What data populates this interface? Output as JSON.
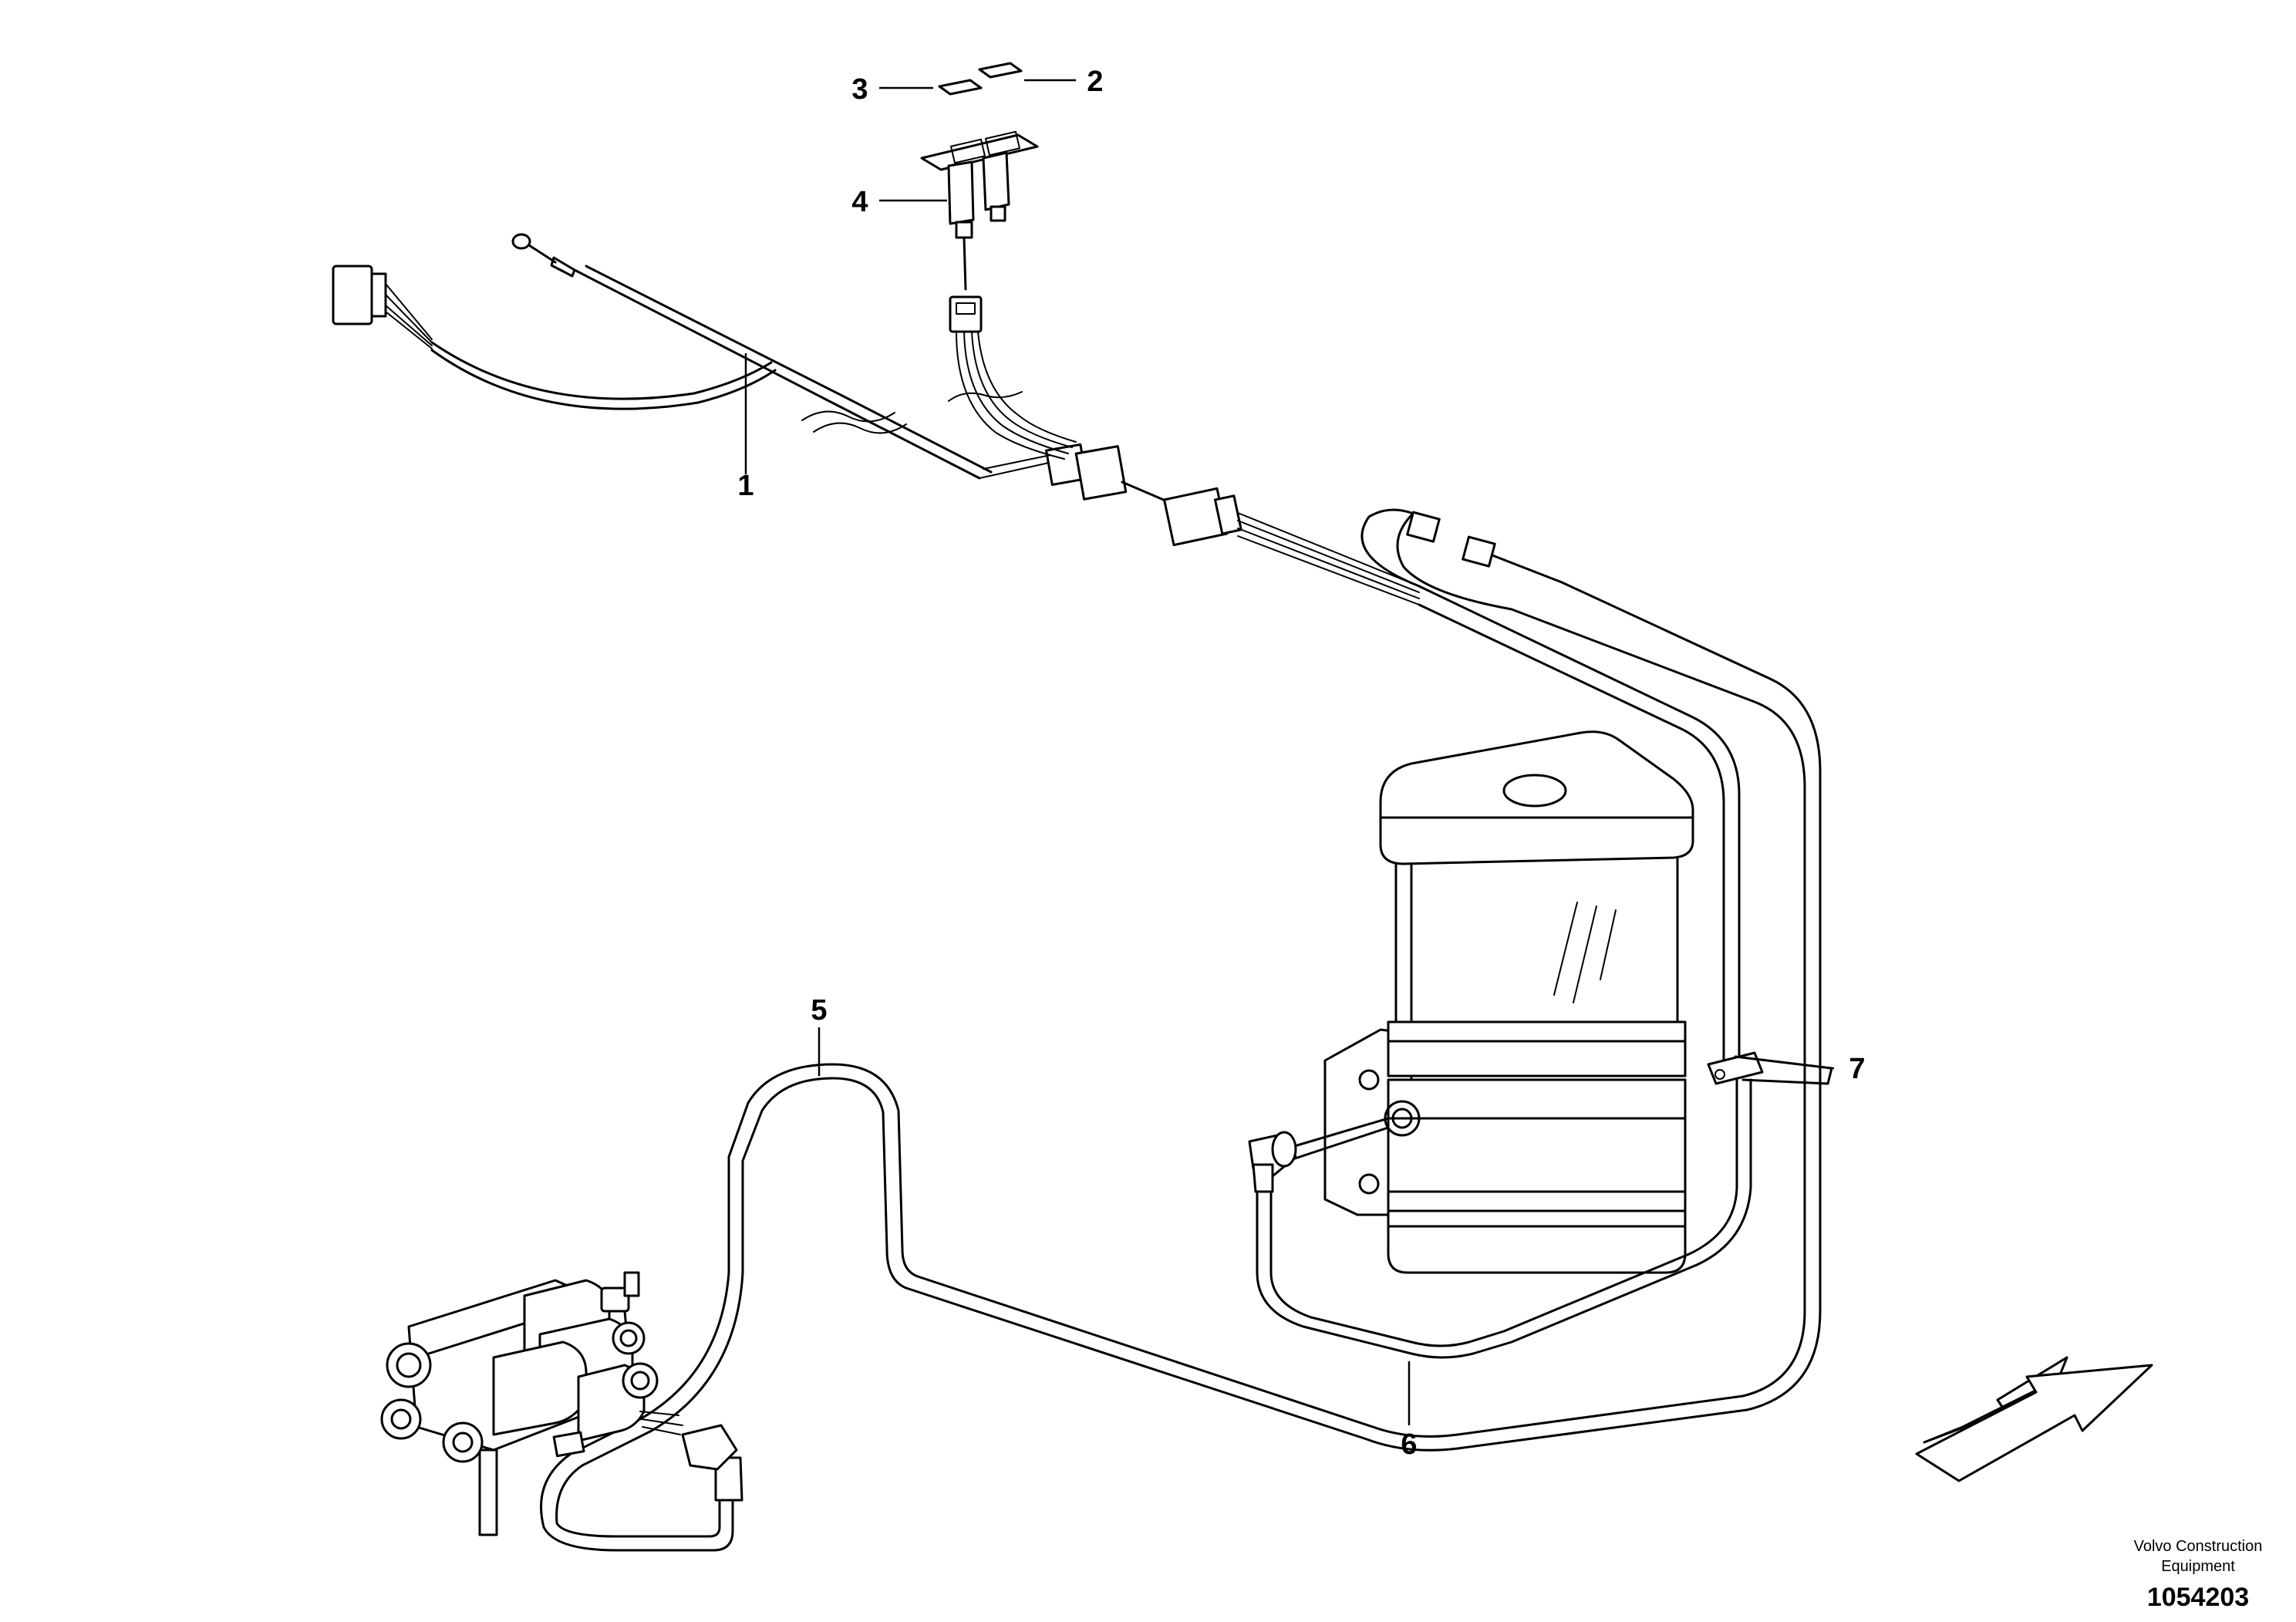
{
  "diagram": {
    "callouts": [
      {
        "id": "1",
        "label": "1"
      },
      {
        "id": "2",
        "label": "2"
      },
      {
        "id": "3",
        "label": "3"
      },
      {
        "id": "4",
        "label": "4"
      },
      {
        "id": "5",
        "label": "5"
      },
      {
        "id": "6",
        "label": "6"
      },
      {
        "id": "7",
        "label": "7"
      }
    ],
    "credit_line1": "Volvo Construction",
    "credit_line2": "Equipment",
    "figure_id": "1054203"
  }
}
